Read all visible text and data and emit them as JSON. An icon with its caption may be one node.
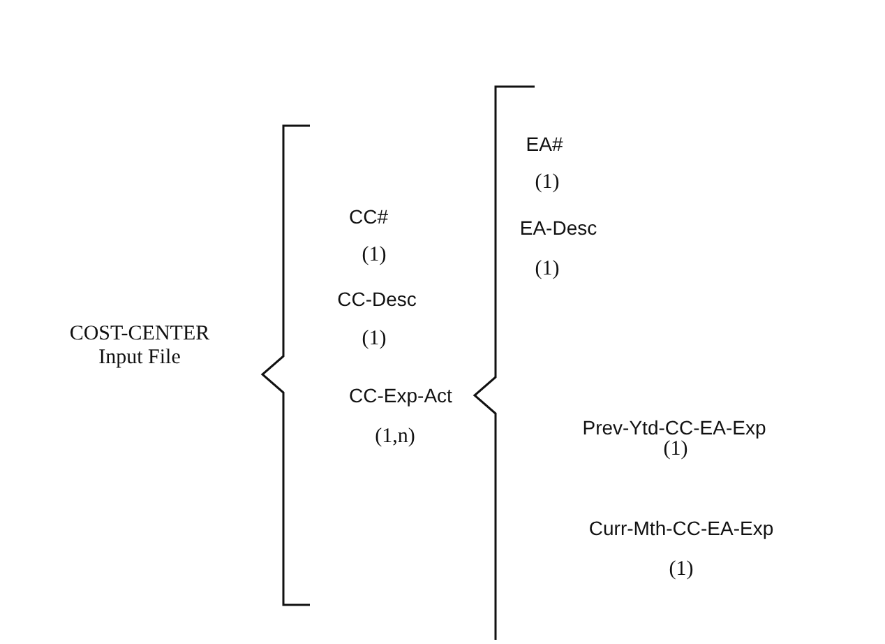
{
  "diagram": {
    "labels": [
      "COST-CENTER Input File",
      "CC#",
      "(1)",
      "CC-Desc",
      "(1)",
      "CC-Exp-Act",
      "(1,n)",
      "EA#",
      "(1)",
      "EA-Desc",
      "(1)",
      "Prev-Ytd-CC-EA-Exp",
      "(1)",
      "Curr-Mth-CC-EA-Exp",
      "(1)"
    ]
  }
}
